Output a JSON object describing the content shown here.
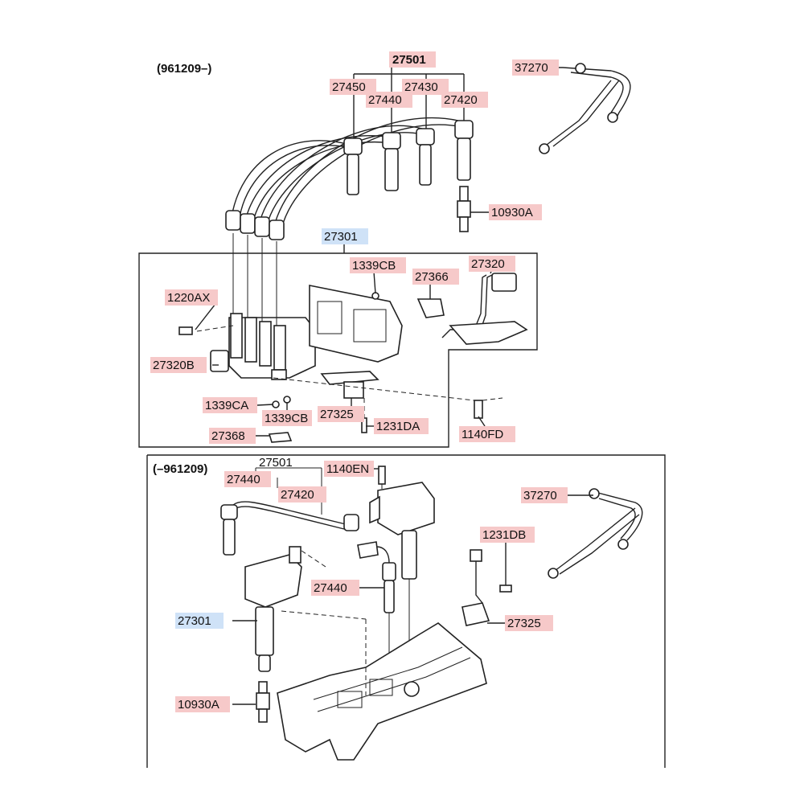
{
  "sections": {
    "top": "(961209–)",
    "bottom": "(–961209)"
  },
  "labels": {
    "l_27501_top": "27501",
    "l_27450": "27450",
    "l_27430": "27430",
    "l_27440_top": "27440",
    "l_27420_top": "27420",
    "l_37270_top": "37270",
    "l_10930A_top": "10930A",
    "l_27301_top": "27301",
    "l_1339CB_a": "1339CB",
    "l_27320": "27320",
    "l_27366": "27366",
    "l_1220AX": "1220AX",
    "l_27320B": "27320B",
    "l_1339CA": "1339CA",
    "l_1339CB_b": "1339CB",
    "l_27325_top": "27325",
    "l_1231DA": "1231DA",
    "l_27368": "27368",
    "l_1140FD": "1140FD",
    "l_27501_bot": "27501",
    "l_27440_bot": "27440",
    "l_27420_bot": "27420",
    "l_1140EN": "1140EN",
    "l_37270_bot": "37270",
    "l_1231DB": "1231DB",
    "l_27440_bot2": "27440",
    "l_27325_bot": "27325",
    "l_27301_bot": "27301",
    "l_10930A_bot": "10930A"
  }
}
